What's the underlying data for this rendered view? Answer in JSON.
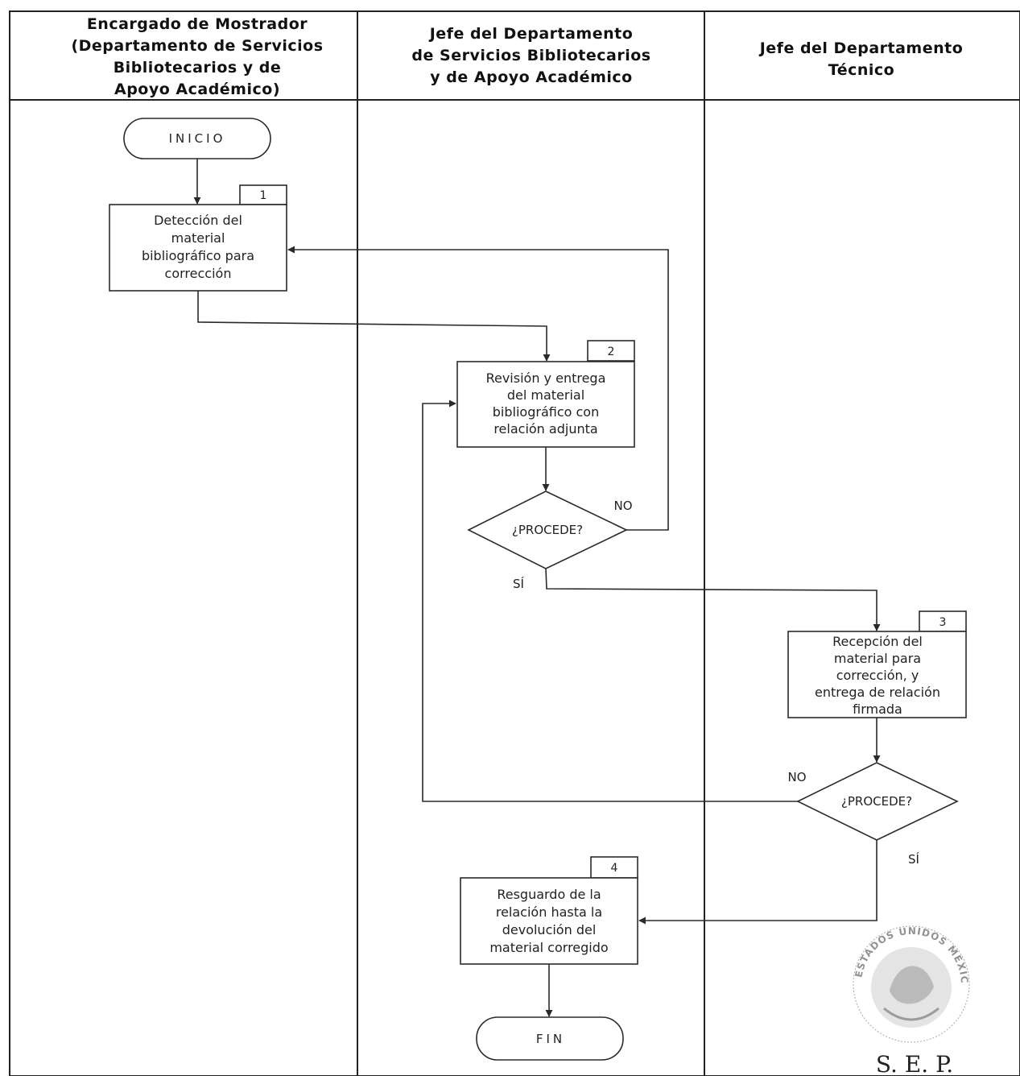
{
  "lanes": [
    {
      "title_lines": [
        "Encargado de Mostrador",
        "(Departamento de Servicios",
        "Bibliotecarios y de",
        "Apoyo Académico)"
      ]
    },
    {
      "title_lines": [
        "Jefe  del Departamento",
        "de Servicios Bibliotecarios",
        "y de Apoyo Académico"
      ]
    },
    {
      "title_lines": [
        "Jefe del Departamento",
        "Técnico"
      ]
    }
  ],
  "start_label": "INICIO",
  "end_label": "FIN",
  "steps": [
    {
      "number": "1",
      "lines": [
        "Detección del",
        "material",
        "bibliográfico para",
        "corrección"
      ]
    },
    {
      "number": "2",
      "lines": [
        "Revisión y entrega",
        "del material",
        "bibliográfico con",
        "relación adjunta"
      ]
    },
    {
      "number": "3",
      "lines": [
        "Recepción del",
        "material para",
        "corrección, y",
        "entrega de relación",
        "firmada"
      ]
    },
    {
      "number": "4",
      "lines": [
        "Resguardo de la",
        "relación hasta la",
        "devolución del",
        "material corregido"
      ]
    }
  ],
  "decisions": [
    {
      "label": "¿PROCEDE?",
      "no_label": "NO",
      "yes_label": "SÍ"
    },
    {
      "label": "¿PROCEDE?",
      "no_label": "NO",
      "yes_label": "SÍ"
    }
  ],
  "seal": {
    "ring_text": "ESTADOS UNIDOS MEXICANOS",
    "caption": "S. E. P."
  }
}
